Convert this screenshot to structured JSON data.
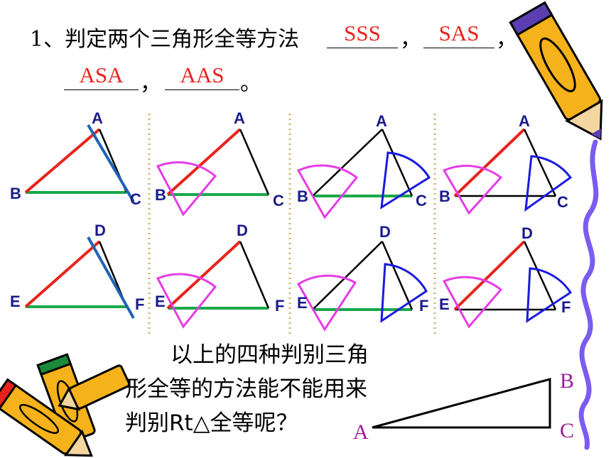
{
  "question": {
    "prefix": "1、判定两个三角形全等方法",
    "answers": [
      "SSS",
      "SAS",
      "ASA",
      "AAS"
    ],
    "comma": "，",
    "period": "。"
  },
  "top_labels": {
    "a": "A",
    "b": "B",
    "c": "C"
  },
  "bottom_labels": {
    "d": "D",
    "e": "E",
    "f": "F"
  },
  "bottom_question": {
    "line1": "以上的四种判别三角",
    "line2": "形全等的方法能不能用来",
    "line3": "判别Rt△全等呢？"
  },
  "right_triangle_labels": {
    "a": "A",
    "b": "B",
    "c": "C"
  },
  "colors": {
    "red": "#e8231c",
    "green": "#1aa84a",
    "blue": "#1f63b6",
    "arc_blue": "#1a1ae0",
    "magenta": "#e63ce6",
    "label": "#1a1a8c",
    "purple": "#a0199a",
    "squiggle": "#7b5cf0",
    "divider": "#c8b46a"
  }
}
